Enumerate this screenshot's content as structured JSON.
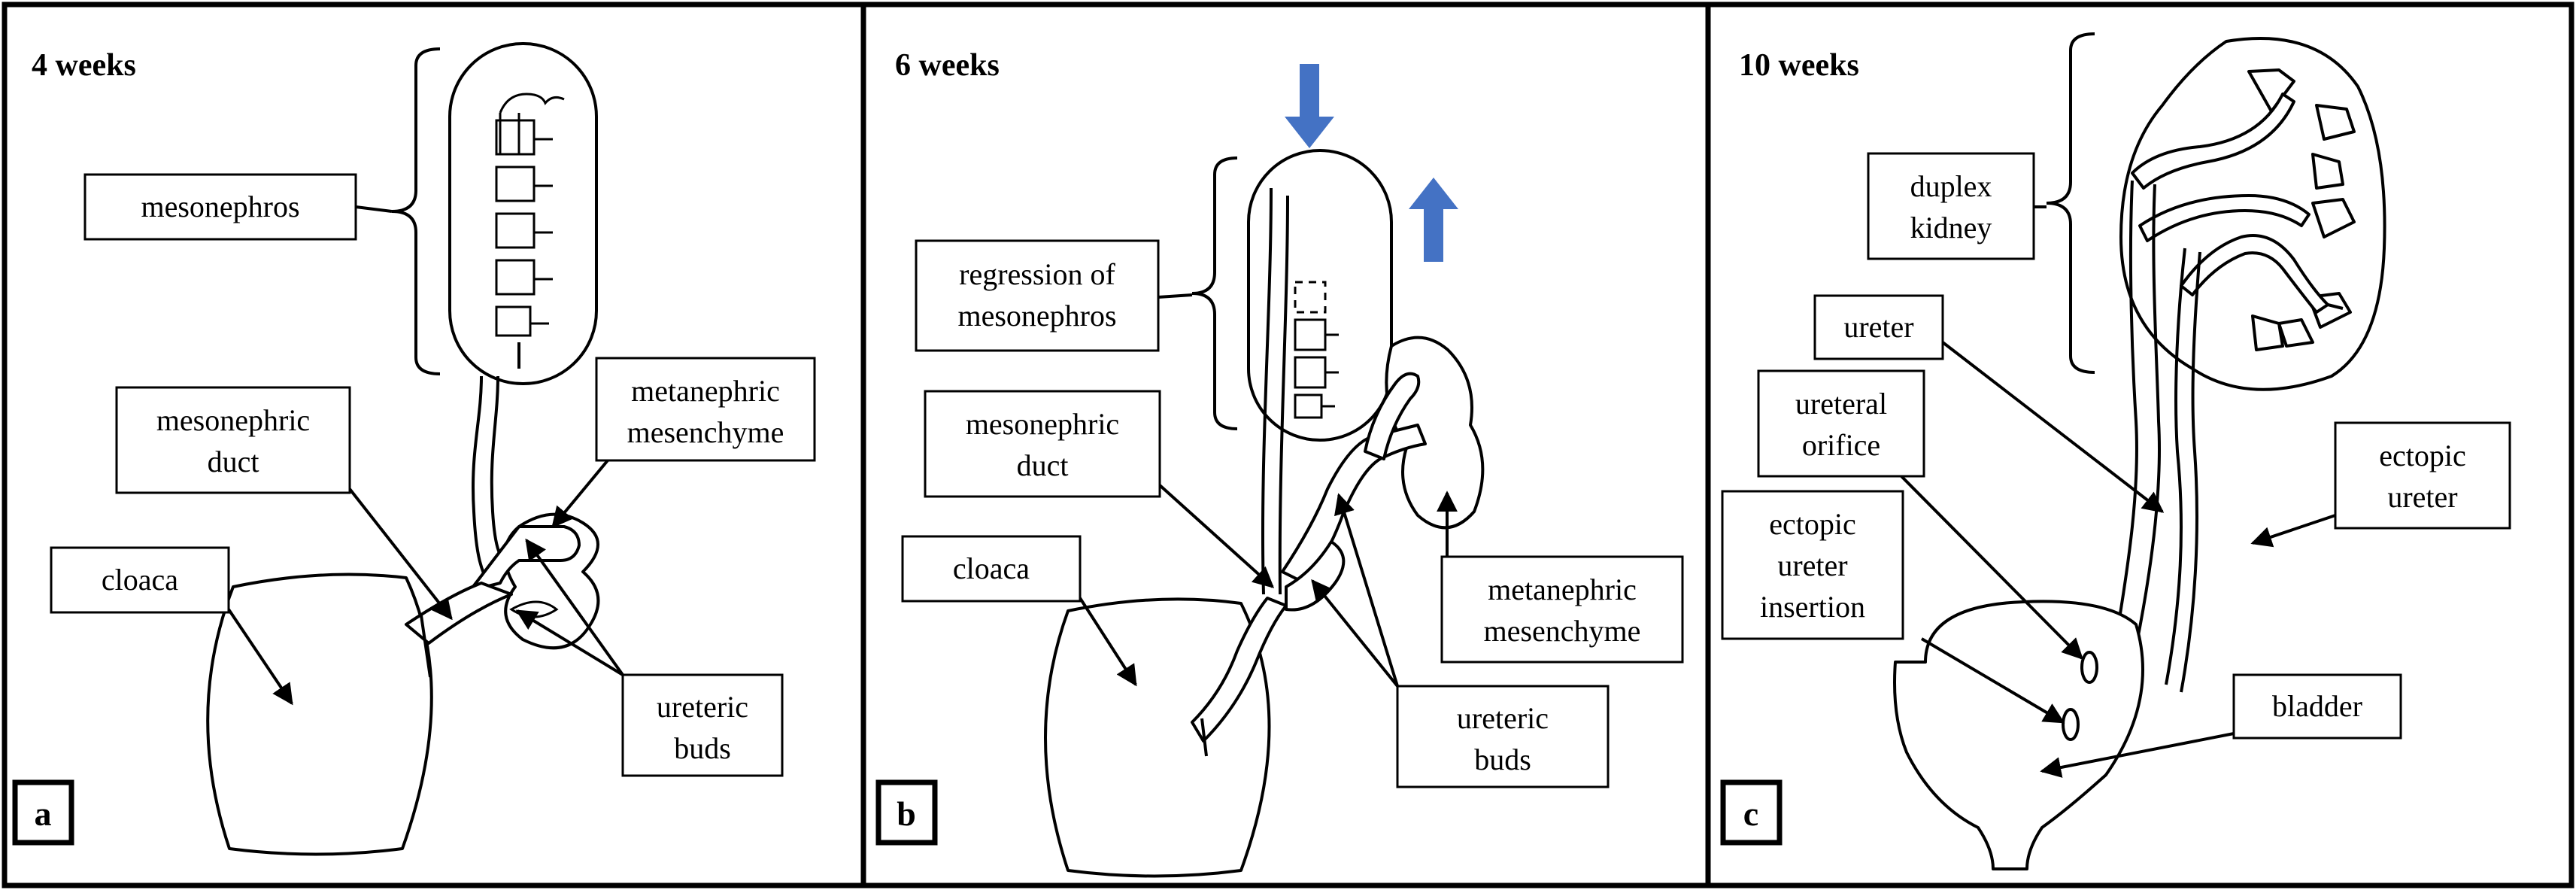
{
  "panels": [
    {
      "letter": "a",
      "stage": "4 weeks",
      "labels": {
        "mesonephros": "mesonephros",
        "mesonephric_duct": [
          "mesonephric",
          "duct"
        ],
        "metanephric_mesenchyme": [
          "metanephric",
          "mesenchyme"
        ],
        "cloaca": "cloaca",
        "ureteric_buds": [
          "ureteric",
          "buds"
        ]
      }
    },
    {
      "letter": "b",
      "stage": "6 weeks",
      "labels": {
        "regression": [
          "regression of",
          "mesonephros"
        ],
        "mesonephric_duct": [
          "mesonephric",
          "duct"
        ],
        "cloaca": "cloaca",
        "metanephric_mesenchyme": [
          "metanephric",
          "mesenchyme"
        ],
        "ureteric_buds": [
          "ureteric",
          "buds"
        ]
      }
    },
    {
      "letter": "c",
      "stage": "10 weeks",
      "labels": {
        "duplex_kidney": [
          "duplex",
          "kidney"
        ],
        "ureter": "ureter",
        "ureteral_orifice": [
          "ureteral",
          "orifice"
        ],
        "ectopic_ureter": [
          "ectopic",
          "ureter"
        ],
        "ectopic_ureter_insertion": [
          "ectopic",
          "ureter",
          "insertion"
        ],
        "bladder": "bladder"
      }
    }
  ],
  "colors": {
    "arrow_blue": "#4472c4",
    "ink": "#000000"
  },
  "icons": [
    "arrow-down-icon",
    "arrow-up-icon"
  ]
}
